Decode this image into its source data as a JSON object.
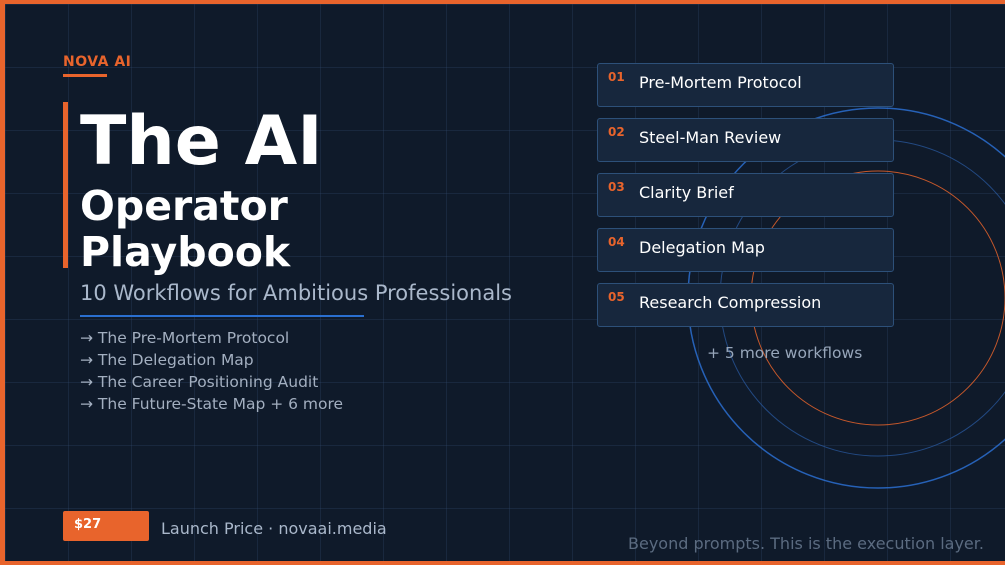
{
  "brand": {
    "name": "NOVA AI"
  },
  "title": {
    "main": "The AI",
    "line2": "Operator",
    "line3": "Playbook"
  },
  "subtitle": "10 Workflows for Ambitious Professionals",
  "bullets": [
    "→  The Pre-Mortem Protocol",
    "→  The Delegation Map",
    "→  The Career Positioning Audit",
    "→  The Future-State Map   +  6 more"
  ],
  "workflows": [
    {
      "num": "01",
      "label": "Pre-Mortem Protocol"
    },
    {
      "num": "02",
      "label": "Steel-Man Review"
    },
    {
      "num": "03",
      "label": "Clarity Brief"
    },
    {
      "num": "04",
      "label": "Delegation Map"
    },
    {
      "num": "05",
      "label": "Research Compression"
    }
  ],
  "more_workflows": "+ 5 more workflows",
  "price": "$27",
  "launch_line": "Launch Price · novaai.media",
  "tagline": "Beyond prompts. This is the execution layer.",
  "colors": {
    "accent": "#e8642c",
    "background": "#0f1a2a",
    "rule_blue": "#2a6fd0",
    "card_bg": "#17273d"
  }
}
